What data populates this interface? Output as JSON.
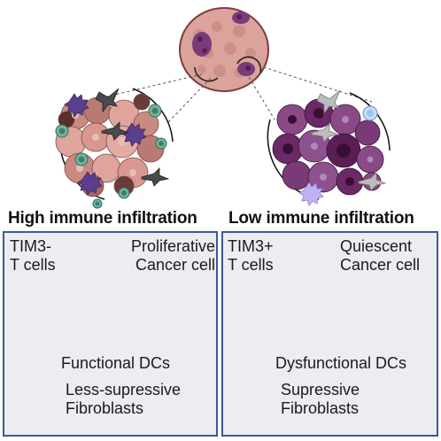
{
  "left": {
    "heading": "High immune infiltration",
    "cell_label": [
      "TIM3-",
      "T cells"
    ],
    "cancer_label": [
      "Proliferative",
      "Cancer cell"
    ],
    "legend_dc": "Functional DCs",
    "legend_fib": [
      "Less-supressive",
      "Fibroblasts"
    ]
  },
  "right": {
    "heading": "Low immune infiltration",
    "cell_label": [
      "TIM3+",
      "T cells"
    ],
    "cancer_label": [
      "Quiescent",
      "Cancer cell"
    ],
    "legend_dc": "Dysfunctional DCs",
    "legend_fib": [
      "Supressive",
      "Fibroblasts"
    ]
  },
  "colors": {
    "panel_border": "#3a5a9a",
    "panel_bg": "#ecedf2",
    "tumor_pink": "#d9978f",
    "dark_purple": "#5a1e55",
    "t_cell_green": "#4f9e86",
    "t_cell_blue": "#9cc3ee",
    "inhibition_red": "#b3262b",
    "dc_purple": "#5b3f8c",
    "dc_light": "#b4a0ee",
    "fib_dark": "#3a3a3a",
    "fib_light": "#b8b8b8"
  }
}
